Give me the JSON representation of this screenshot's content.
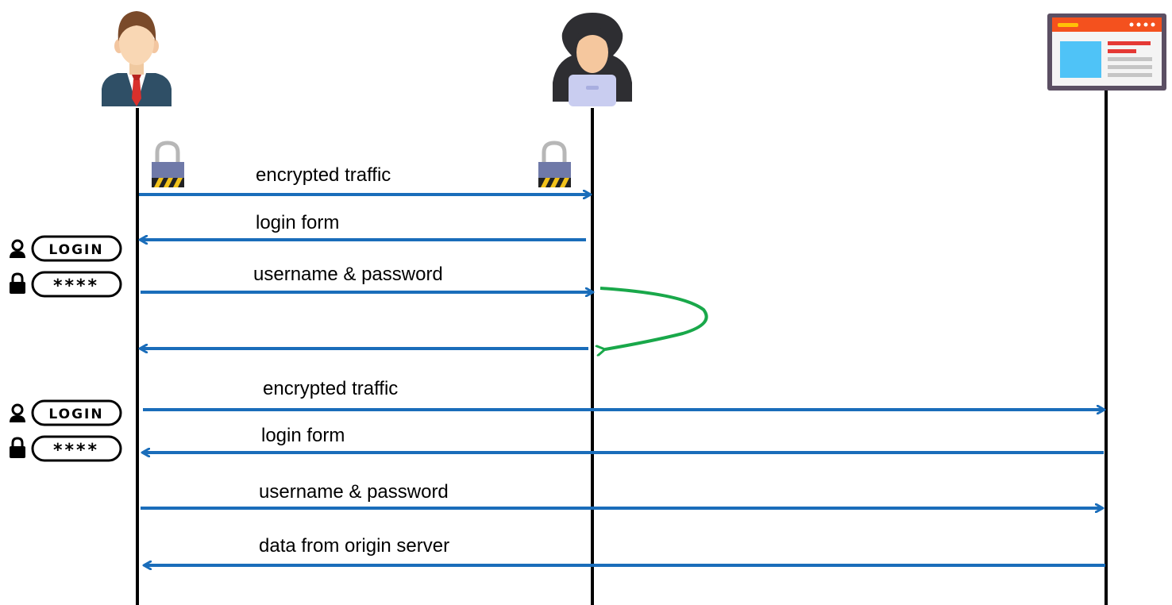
{
  "actors": [
    {
      "id": "user",
      "icon": "user-businessman-icon"
    },
    {
      "id": "attacker",
      "icon": "hooded-attacker-icon"
    },
    {
      "id": "server",
      "icon": "web-server-icon"
    }
  ],
  "colors": {
    "arrow": "#1a6dba",
    "redirect": "#19a84a",
    "lifeline": "#000000",
    "lock_body": "#6f79a8"
  },
  "messages": [
    {
      "label": "encrypted traffic",
      "from": "user",
      "to": "attacker"
    },
    {
      "label": "login form",
      "from": "attacker",
      "to": "user"
    },
    {
      "label": "username & password",
      "from": "user",
      "to": "attacker"
    },
    {
      "label": "",
      "from": "attacker",
      "to": "user"
    },
    {
      "label": "encrypted traffic",
      "from": "user",
      "to": "server"
    },
    {
      "label": "login form",
      "from": "server",
      "to": "user"
    },
    {
      "label": "username & password",
      "from": "user",
      "to": "server"
    },
    {
      "label": "data from origin server",
      "from": "server",
      "to": "user"
    }
  ],
  "badges": {
    "login_text": "LOGIN",
    "password_text": "****"
  }
}
